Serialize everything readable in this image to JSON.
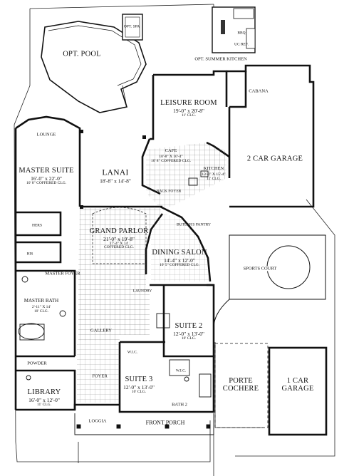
{
  "rooms": {
    "opt_pool": {
      "name": "Opt. Pool"
    },
    "opt_spa": {
      "name": "Opt. Spa"
    },
    "bbq": {
      "name": "BBQ"
    },
    "uc_ref": {
      "name": "UC Ref."
    },
    "summer_kitchen": {
      "name": "Opt. Summer Kitchen"
    },
    "leisure_room": {
      "name": "Leisure Room",
      "dim": "19'-0\" x 20'-8\"",
      "ceiling": "11' Clg."
    },
    "cabana": {
      "name": "Cabana"
    },
    "lounge": {
      "name": "Lounge"
    },
    "master_suite": {
      "name": "Master Suite",
      "dim": "16'-0\" x 22'-0\"",
      "ceiling": "10' 8\" Coffered Clg."
    },
    "lanai": {
      "name": "Lanai",
      "dim": "18'-8\" x 14'-8\""
    },
    "cafe": {
      "name": "Cafe",
      "dim": "10'-8\" x 10'-4\"",
      "ceiling": "10' 8\" Coffered Clg."
    },
    "kitchen": {
      "name": "Kitchen",
      "dim": "13'-0\" x 15'-4\"",
      "ceiling": "11' Clg."
    },
    "two_car_garage": {
      "name": "2 Car Garage"
    },
    "back_foyer": {
      "name": "Back Foyer"
    },
    "hers": {
      "name": "Hers"
    },
    "his": {
      "name": "His"
    },
    "grand_parlor": {
      "name": "Grand Parlor",
      "dim": "21'-0\" x 19'-8\"",
      "ceiling1": "17'-4\" x 14'",
      "ceiling2": "Coffered Clg."
    },
    "butlers_pantry": {
      "name": "Butler's Pantry"
    },
    "dining_salon": {
      "name": "Dining Salon",
      "dim": "14'-4\" x 12'-0\"",
      "ceiling": "10' 5\" Coffered Clg."
    },
    "sports_court": {
      "name": "Sports Court"
    },
    "master_foyer": {
      "name": "Master Foyer"
    },
    "master_bath": {
      "name": "Master Bath",
      "dim": "2'-11\" x 14'",
      "ceiling": "10' Clg."
    },
    "laundry": {
      "name": "Laundry"
    },
    "suite_2": {
      "name": "Suite 2",
      "dim": "12'-0\" x 13'-0\"",
      "ceiling": "10' Clg."
    },
    "gallery": {
      "name": "Gallery"
    },
    "wic_1": {
      "name": "W.I.C."
    },
    "wic_2": {
      "name": "W.I.C."
    },
    "powder": {
      "name": "Powder"
    },
    "foyer": {
      "name": "Foyer"
    },
    "suite_3": {
      "name": "Suite 3",
      "dim": "12'-0\" x 13'-0\"",
      "ceiling": "10' Clg."
    },
    "porte_cochere": {
      "name": "Porte Cochere"
    },
    "one_car_garage": {
      "name": "1 Car Garage"
    },
    "library": {
      "name": "Library",
      "dim": "16'-0\" x 12'-0\"",
      "ceiling": "11' Clg."
    },
    "bath_2": {
      "name": "Bath 2"
    },
    "loggia": {
      "name": "Loggia"
    },
    "front_porch": {
      "name": "Front Porch"
    }
  }
}
